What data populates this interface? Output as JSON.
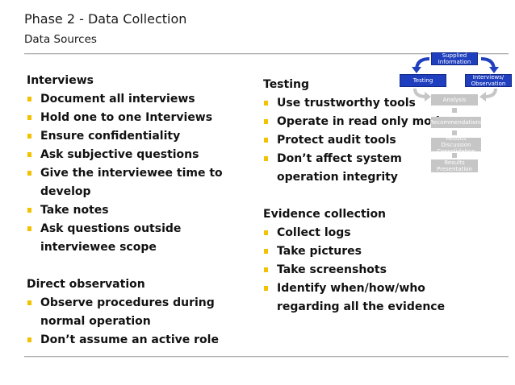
{
  "header": {
    "title": "Phase 2 - Data Collection",
    "subtitle": "Data Sources"
  },
  "left": {
    "interviews_head": "Interviews",
    "interviews": [
      "Document all interviews",
      "Hold one to one Interviews",
      "Ensure confidentiality",
      "Ask subjective questions",
      "Give the interviewee time to develop",
      "Take notes",
      "Ask questions outside interviewee scope"
    ],
    "observation_head": "Direct observation",
    "observation": [
      "Observe procedures during normal operation",
      "Don’t assume an active role"
    ]
  },
  "right": {
    "testing_head": "Testing",
    "testing": [
      "Use trustworthy tools",
      "Operate in read only mode",
      "Protect audit tools",
      "Don’t affect system operation integrity"
    ],
    "evidence_head": "Evidence collection",
    "evidence": [
      "Collect logs",
      "Take pictures",
      "Take screenshots",
      "Identify when/how/who regarding all the evidence"
    ]
  },
  "diagram": {
    "supplied": "Supplied Information",
    "testing": "Testing",
    "interviews": "Interviews/ Observation",
    "analysis": "Analysis",
    "recommendations": "Recommendations",
    "results_discussion": "Results Discussion Consolidation",
    "results_presentation": "Results Presentation",
    "colors": {
      "blue": "#1f3fbf",
      "grey": "#c6c6c6",
      "bullet": "#f2c200"
    }
  }
}
